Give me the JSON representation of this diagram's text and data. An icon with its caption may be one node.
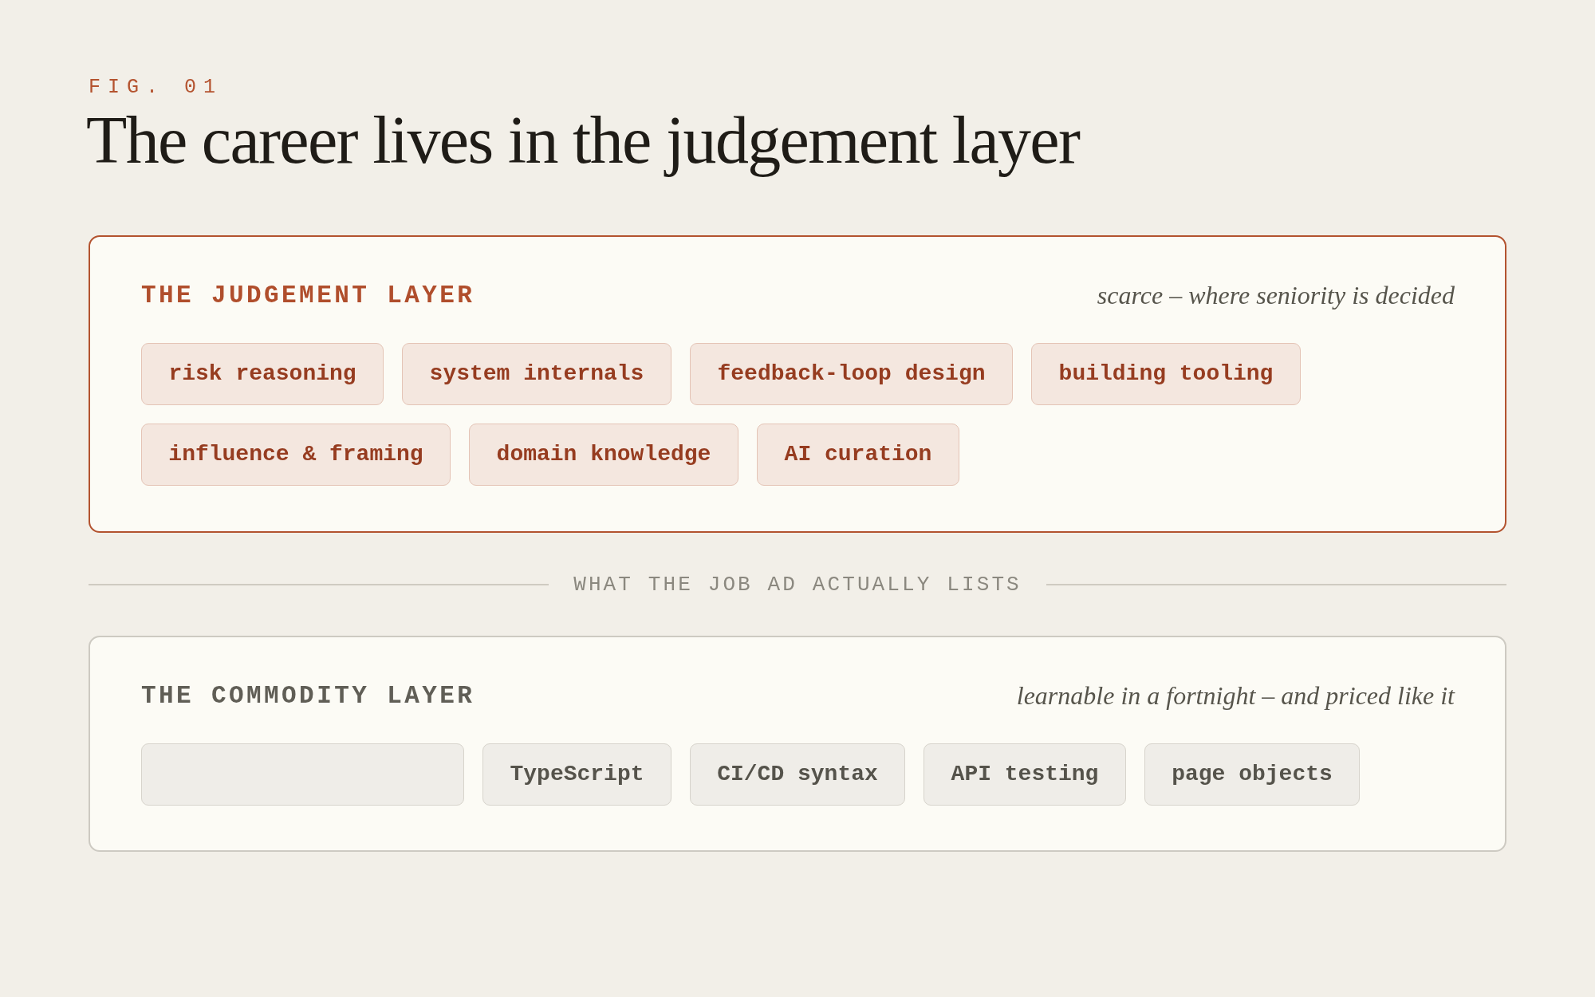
{
  "diagram": {
    "title": "The career lives in the judgement layer",
    "nodes": [
      {
        "text": [
          "THE JUDGEMENT LAYER",
          "scarce – where seniority is decided"
        ]
      },
      {
        "text": [
          "risk reasoning"
        ],
        "in": 0
      },
      {
        "text": [
          "system internals"
        ],
        "in": 0
      },
      {
        "text": [
          "feedback-loop design"
        ],
        "in": 0
      },
      {
        "text": [
          "building tooling"
        ],
        "in": 0
      },
      {
        "text": [
          "influence & framing"
        ],
        "in": 0
      },
      {
        "text": [
          "domain knowledge"
        ],
        "in": 0
      },
      {
        "text": [
          "AI curation"
        ],
        "in": 0
      },
      {
        "text": [
          "THE COMMODITY LAYER",
          "learnable in a fortnight – and priced like it"
        ]
      },
      {
        "text": [],
        "shape": "box",
        "in": 8
      },
      {
        "text": [
          "TypeScript"
        ],
        "in": 8
      },
      {
        "text": [
          "CI/CD syntax"
        ],
        "in": 8
      },
      {
        "text": [
          "API testing"
        ],
        "in": 8
      },
      {
        "text": [
          "page objects"
        ],
        "in": 8
      }
    ],
    "labels": [
      "FIG. 01",
      "WHAT THE JOB AD ACTUALLY LISTS"
    ]
  }
}
